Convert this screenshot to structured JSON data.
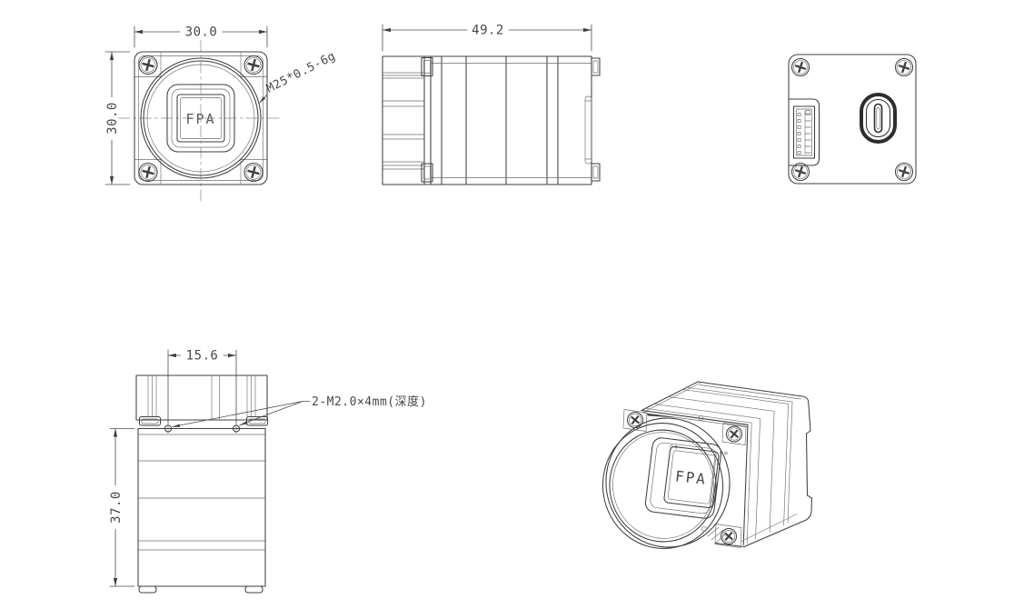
{
  "drawing": {
    "type": "engineering-drawing",
    "subject": "industrial thermal camera module, multi-view dimension drawing",
    "background": "#ffffff",
    "line_color": "#3f3f3f",
    "views": {
      "front": {
        "sensor_label": "FPA",
        "width_dim": "30.0",
        "height_dim": "30.0",
        "thread_callout": "M25*0.5-6g"
      },
      "side": {
        "length_dim": "49.2"
      },
      "rear": {},
      "top": {
        "hole_spacing_dim": "15.6",
        "depth_dim": "37.0",
        "hole_callout": "2-M2.0×4mm(深度)"
      },
      "isometric": {
        "sensor_label": "FPA"
      }
    }
  }
}
